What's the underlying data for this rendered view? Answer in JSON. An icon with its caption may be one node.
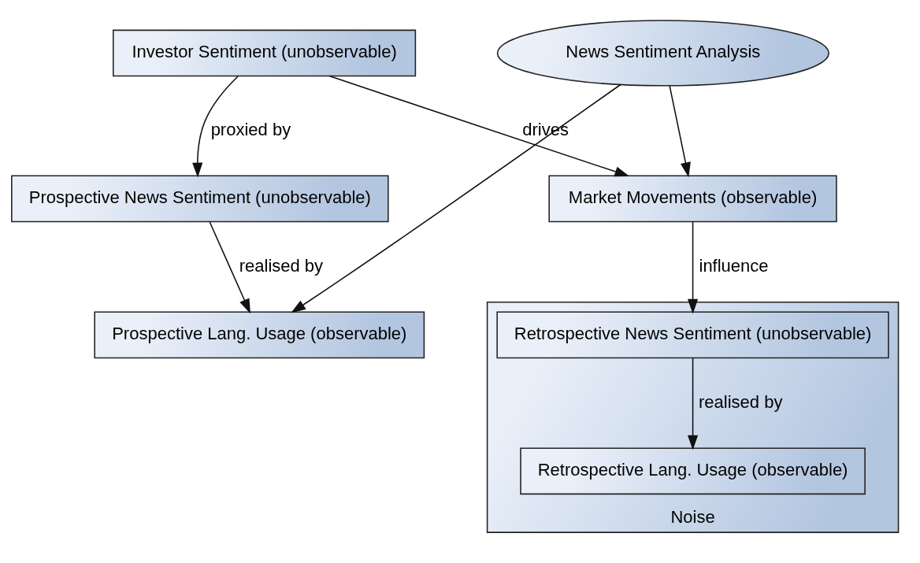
{
  "diagram": {
    "nodes": [
      {
        "text": [
          "Investor Sentiment (unobservable)"
        ]
      },
      {
        "text": [
          "Noise"
        ]
      },
      {
        "text": [
          "Retrospective News Sentiment (unobservable)"
        ],
        "in": 1
      },
      {
        "text": [
          "Prospective News Sentiment (unobservable)"
        ]
      },
      {
        "text": [
          "Market Movements (observable)"
        ]
      },
      {
        "text": [
          "Retrospective Lang. Usage (observable)"
        ],
        "in": 1
      },
      {
        "text": [
          "Prospective Lang. Usage (observable)"
        ]
      },
      {
        "text": [
          "News Sentiment Analysis"
        ]
      }
    ],
    "edges": [
      {
        "from": 0,
        "to": 4,
        "label": "drives",
        "arrow": "to"
      },
      {
        "from": 0,
        "to": 3,
        "label": "proxied by",
        "arrow": "to"
      },
      {
        "from": 4,
        "to": 2,
        "label": "influence",
        "arrow": "to"
      },
      {
        "from": 2,
        "to": 5,
        "label": "realised by",
        "arrow": "to"
      },
      {
        "from": 3,
        "to": 6,
        "label": "realised by",
        "arrow": "to"
      },
      {
        "from": 7,
        "to": 4,
        "arrow": "to"
      },
      {
        "from": 7,
        "to": 6,
        "arrow": "to"
      }
    ]
  }
}
